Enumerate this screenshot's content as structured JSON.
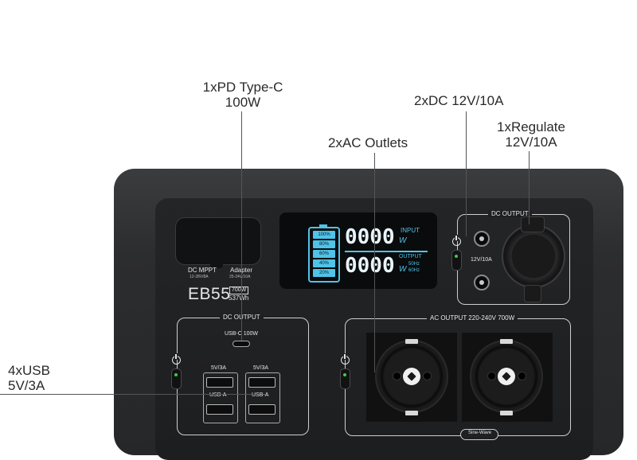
{
  "annotations": {
    "pd_type_c": "1xPD Type-C\n100W",
    "dc_12v": "2xDC 12V/10A",
    "regulate": "1xRegulate\n12V/10A",
    "ac_outlets": "2xAC Outlets",
    "usb": "4xUSB\n5V/3A"
  },
  "device": {
    "model": "EB55",
    "power_rating": "700W",
    "capacity": "537Wh",
    "dc_mppt": "DC MPPT",
    "dc_mppt_spec": "12-28V/8A",
    "adapter": "Adapter",
    "adapter_spec": "25-24V/10A",
    "dc_output_left": "DC OUTPUT",
    "usb_c": "USB-C 100W",
    "usb_group1": "5V/3A",
    "usb_group2": "5V/3A",
    "usb_a1": "USB-A",
    "usb_a2": "USB-A",
    "dc_output_right": "DC OUTPUT",
    "dc_12v_label": "12V/10A",
    "ac_output": "AC OUTPUT 220-240V 700W",
    "sine_wave": "Sine-Wave"
  },
  "lcd": {
    "battery_levels": [
      "100%",
      "80%",
      "60%",
      "40%",
      "20%"
    ],
    "input_digits": "0000",
    "input_label": "INPUT",
    "input_unit": "W",
    "output_digits": "0000",
    "output_label": "OUTPUT",
    "output_unit": "W",
    "hz1": "50Hz",
    "hz2": "60Hz",
    "accent": "#4fc3e8"
  }
}
